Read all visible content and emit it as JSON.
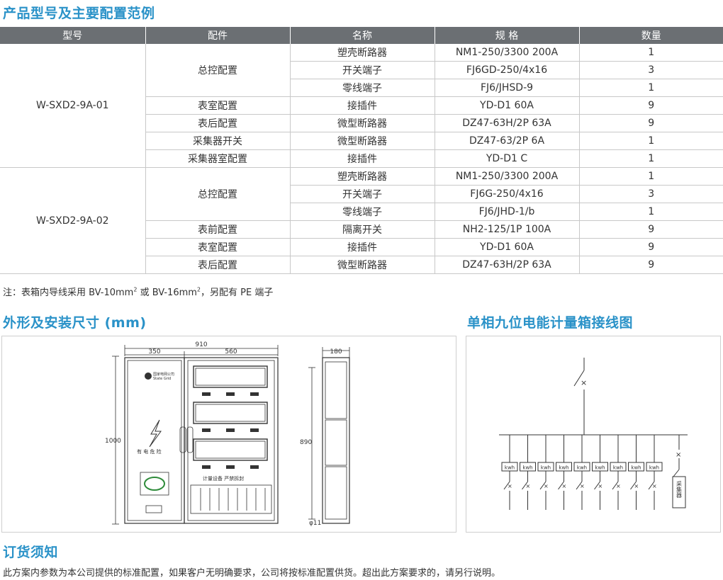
{
  "section1_title": "产品型号及主要配置范例",
  "table": {
    "headers": [
      "型号",
      "配件",
      "名称",
      "规 格",
      "数量"
    ],
    "groups": [
      {
        "model": "W-SXD2-9A-01",
        "subgroups": [
          {
            "part": "总控配置",
            "items": [
              {
                "name": "塑壳断路器",
                "spec": "NM1-250/3300 200A",
                "qty": "1"
              },
              {
                "name": "开关端子",
                "spec": "FJ6GD-250/4x16",
                "qty": "3"
              },
              {
                "name": "零线端子",
                "spec": "FJ6/JHSD-9",
                "qty": "1"
              }
            ]
          },
          {
            "part": "表室配置",
            "items": [
              {
                "name": "接插件",
                "spec": "YD-D1 60A",
                "qty": "9"
              }
            ]
          },
          {
            "part": "表后配置",
            "items": [
              {
                "name": "微型断路器",
                "spec": "DZ47-63H/2P 63A",
                "qty": "9"
              }
            ]
          },
          {
            "part": "采集器开关",
            "items": [
              {
                "name": "微型断路器",
                "spec": "DZ47-63/2P 6A",
                "qty": "1"
              }
            ]
          },
          {
            "part": "采集器室配置",
            "items": [
              {
                "name": "接插件",
                "spec": "YD-D1 C",
                "qty": "1"
              }
            ]
          }
        ]
      },
      {
        "model": "W-SXD2-9A-02",
        "subgroups": [
          {
            "part": "总控配置",
            "items": [
              {
                "name": "塑壳断路器",
                "spec": "NM1-250/3300 200A",
                "qty": "1"
              },
              {
                "name": "开关端子",
                "spec": "FJ6G-250/4x16",
                "qty": "3"
              },
              {
                "name": "零线端子",
                "spec": "FJ6/JHD-1/b",
                "qty": "1"
              }
            ]
          },
          {
            "part": "表前配置",
            "items": [
              {
                "name": "隔离开关",
                "spec": "NH2-125/1P 100A",
                "qty": "9"
              }
            ]
          },
          {
            "part": "表室配置",
            "items": [
              {
                "name": "接插件",
                "spec": "YD-D1 60A",
                "qty": "9"
              }
            ]
          },
          {
            "part": "表后配置",
            "items": [
              {
                "name": "微型断路器",
                "spec": "DZ47-63H/2P 63A",
                "qty": "9"
              }
            ]
          }
        ]
      }
    ]
  },
  "note": {
    "prefix": "注：表箱内导线采用 BV-10mm",
    "sup1": "2",
    "mid": " 或 BV-16mm",
    "sup2": "2",
    "suffix": "，另配有 PE 端子"
  },
  "section2_title": "外形及安装尺寸 (mm)",
  "section3_title": "单相九位电能计量箱接线图",
  "drawing": {
    "dim_total_width": "910",
    "dim_left": "350",
    "dim_right": "560",
    "dim_height_front": "1000",
    "dim_depth": "180",
    "dim_height_side": "890",
    "dim_hole": "φ11",
    "brand_text": "国家电网公司",
    "brand_sub": "State Grid",
    "warning_text": "有 电 危 险",
    "seal_text": "计量设备  严禁拆封"
  },
  "wiring": {
    "meter_label": "kwh",
    "meter_count": 9,
    "collector_label": "采集器"
  },
  "section4_title": "订货须知",
  "footer": "此方案内参数为本公司提供的标准配置，如果客户无明确要求，公司将按标准配置供货。超出此方案要求的，请另行说明。",
  "colors": {
    "accent": "#2a92c8",
    "header_bg": "#6b6f73",
    "grid": "#c8c8c8"
  }
}
